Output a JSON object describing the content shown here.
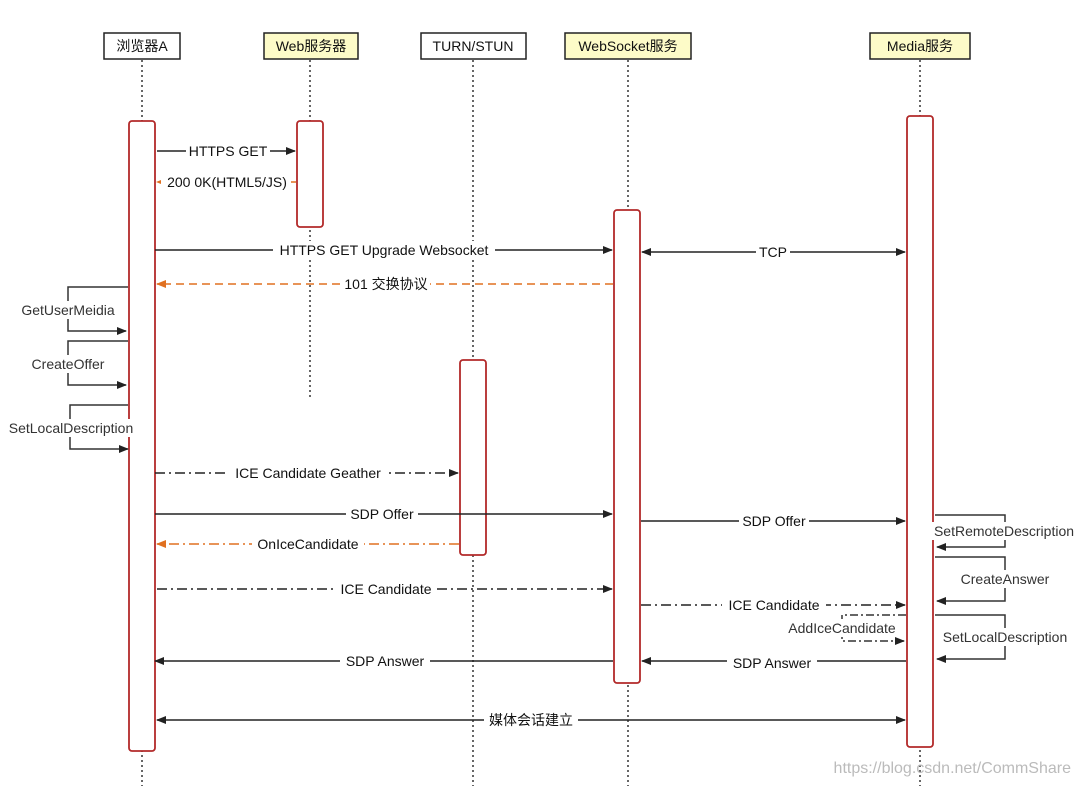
{
  "colors": {
    "activation_border": "#b22a2a",
    "highlight_fill": "#fdfbc8",
    "line": "#222222",
    "async_line": "#e07020"
  },
  "participants": [
    {
      "name": "浏览器A",
      "highlight": false
    },
    {
      "name": "Web服务器",
      "highlight": true
    },
    {
      "name": "TURN/STUN",
      "highlight": false
    },
    {
      "name": "WebSocket服务",
      "highlight": true
    },
    {
      "name": "Media服务",
      "highlight": true
    }
  ],
  "messages": [
    {
      "label": "HTTPS GET",
      "from": 0,
      "to": 1,
      "style": "solid",
      "color": "dark"
    },
    {
      "label": "200 0K(HTML5/JS)",
      "from": 1,
      "to": 0,
      "style": "dashed",
      "color": "orange"
    },
    {
      "label": "HTTPS GET Upgrade Websocket",
      "from": 0,
      "to": 3,
      "style": "solid",
      "color": "dark"
    },
    {
      "label": "TCP",
      "from": 3,
      "to": 4,
      "style": "solid",
      "color": "dark",
      "bidirectional": true
    },
    {
      "label": "101 交换协议",
      "from": 3,
      "to": 0,
      "style": "dashed",
      "color": "orange"
    },
    {
      "label": "ICE Candidate Geather",
      "from": 0,
      "to": 2,
      "style": "dashdot",
      "color": "dark"
    },
    {
      "label": "SDP Offer",
      "from": 0,
      "to": 3,
      "style": "solid",
      "color": "dark"
    },
    {
      "label": "SDP Offer",
      "from": 3,
      "to": 4,
      "style": "solid",
      "color": "dark"
    },
    {
      "label": "OnIceCandidate",
      "from": 2,
      "to": 0,
      "style": "dashdot",
      "color": "orange"
    },
    {
      "label": "ICE Candidate",
      "from": 0,
      "to": 3,
      "style": "dashdot",
      "color": "dark"
    },
    {
      "label": "ICE Candidate",
      "from": 3,
      "to": 4,
      "style": "dashdot",
      "color": "dark"
    },
    {
      "label": "SDP Answer",
      "from": 3,
      "to": 0,
      "style": "solid",
      "color": "dark"
    },
    {
      "label": "SDP Answer",
      "from": 4,
      "to": 3,
      "style": "solid",
      "color": "dark"
    },
    {
      "label": "媒体会话建立",
      "from": 0,
      "to": 4,
      "style": "solid",
      "color": "dark",
      "bidirectional": true
    }
  ],
  "self_calls": [
    {
      "label": "GetUserMeidia",
      "participant": 0
    },
    {
      "label": "CreateOffer",
      "participant": 0
    },
    {
      "label": "SetLocalDescription",
      "participant": 0
    },
    {
      "label": "SetRemoteDescription",
      "participant": 4
    },
    {
      "label": "CreateAnswer",
      "participant": 4
    },
    {
      "label": "AddIceCandidate",
      "participant": 4
    },
    {
      "label": "SetLocalDescription",
      "participant": 4
    }
  ],
  "watermark": "https://blog.csdn.net/CommShare"
}
